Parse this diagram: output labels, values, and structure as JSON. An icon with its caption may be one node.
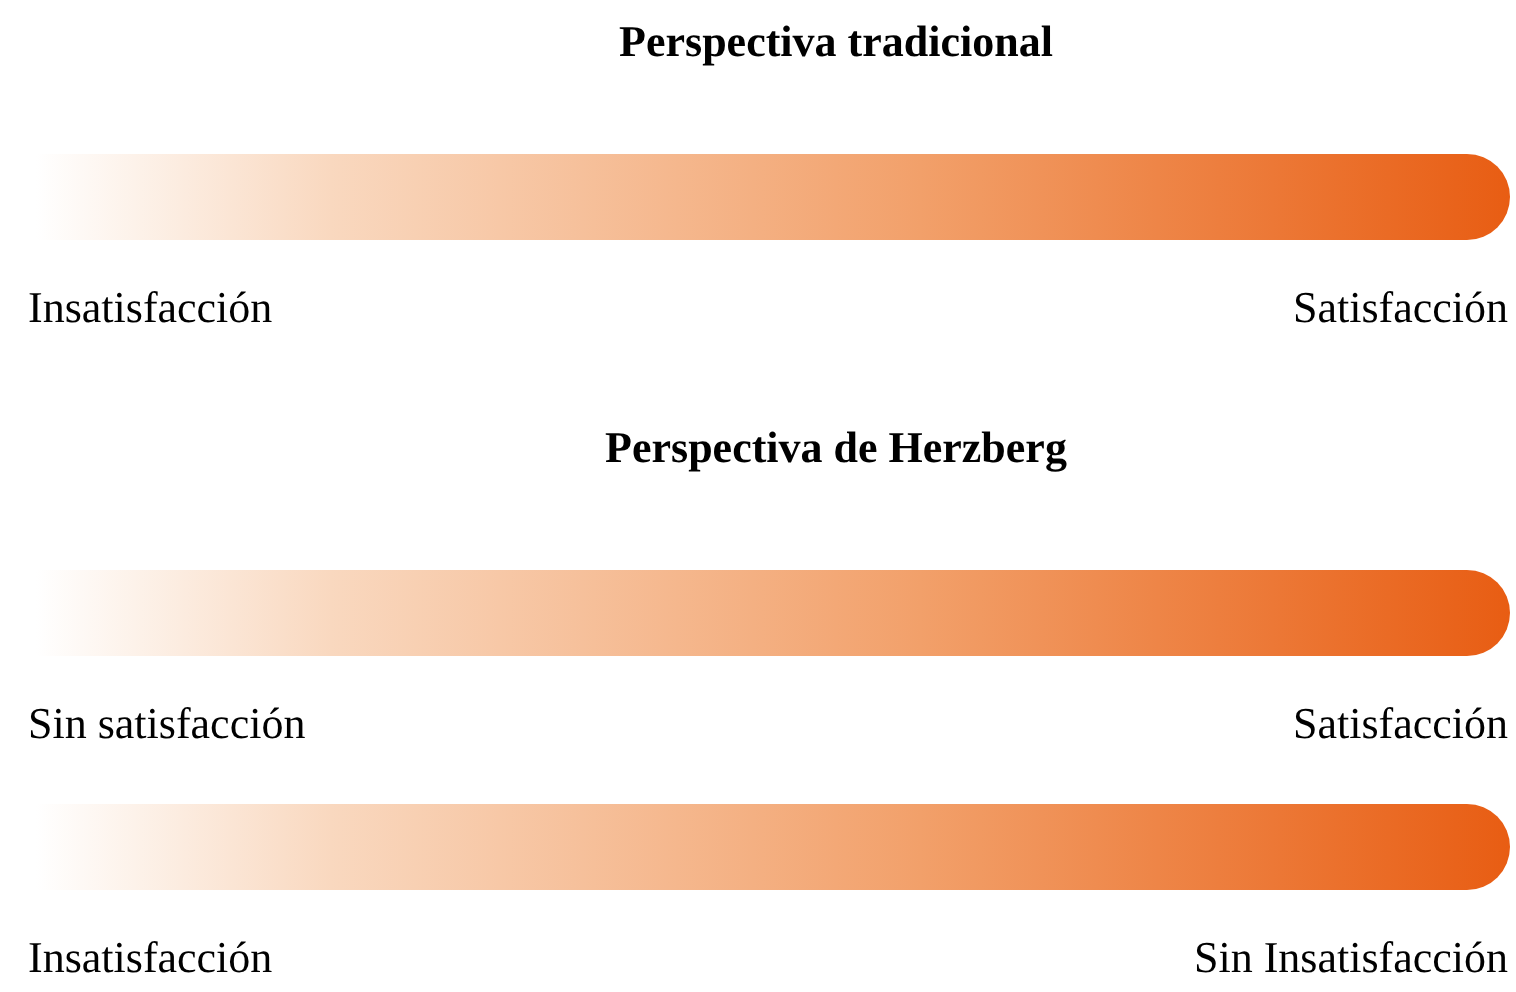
{
  "diagram": {
    "nodes": [
      {
        "text": [],
        "shape": "bar",
        "beside": [
          "Insatisfacción",
          "Satisfacción"
        ]
      },
      {
        "text": [],
        "shape": "bar",
        "beside": [
          "Sin satisfacción",
          "Satisfacción"
        ]
      },
      {
        "text": [],
        "shape": "bar",
        "beside": [
          "Insatisfacción",
          "Sin Insatisfacción"
        ]
      }
    ],
    "labels": [
      "Perspectiva tradicional",
      "Perspectiva de Herzberg"
    ]
  }
}
